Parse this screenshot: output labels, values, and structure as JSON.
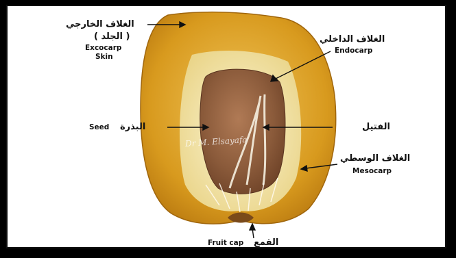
{
  "labels": {
    "exocarp_ar": "الغلاف الخارجي",
    "exocarp_ar2": "( الجلد )",
    "exocarp_en": "Excocarp",
    "exocarp_en2": "Skin",
    "endocarp_ar": "الغلاف الداخلي",
    "endocarp_en": "Endocarp",
    "seed_en": "Seed",
    "seed_ar": "البذرة",
    "filament_ar": "الفتيل",
    "mesocarp_ar": "الغلاف الوسطي",
    "mesocarp_en": "Mesocarp",
    "fruitcap_en": "Fruit cap",
    "fruitcap_ar": "القمع"
  },
  "watermark": "Dr M. Elsayafa",
  "colors": {
    "skin": "#d89a1e",
    "flesh": "#f3e6a8",
    "seed": "#8a5a3a",
    "frame": "#111111"
  }
}
